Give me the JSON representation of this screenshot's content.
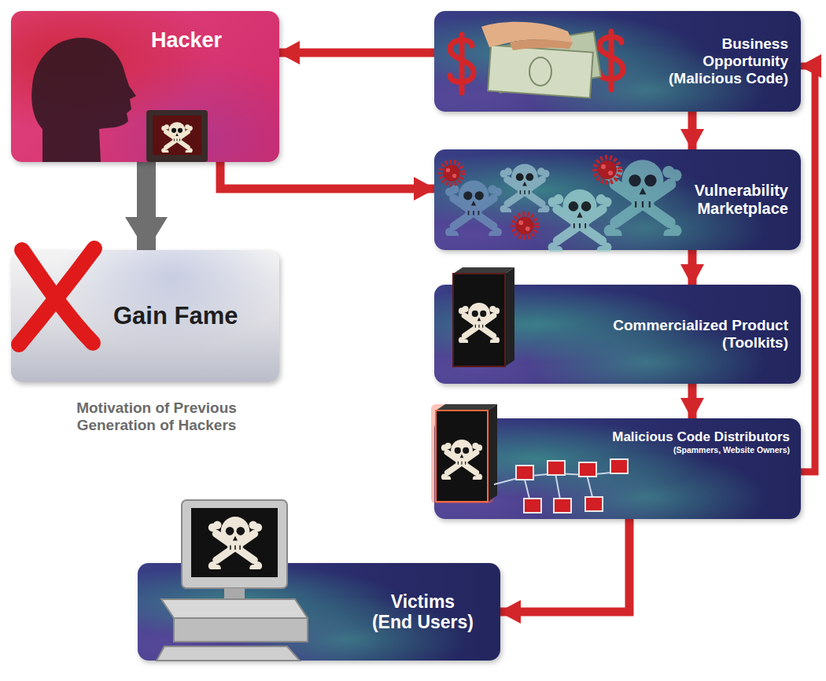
{
  "diagram": {
    "nodes": [
      {
        "text": [
          "Hacker"
        ]
      },
      {
        "text": [
          "Business Opportunity",
          "(Malicious Code)"
        ]
      },
      {
        "text": [
          "Gain Fame",
          "Motivation of Previous Generation of Hackers"
        ]
      },
      {
        "text": [
          "Vulnerability Marketplace"
        ]
      },
      {
        "text": [
          "Commercialized Product",
          "(Toolkits)"
        ]
      },
      {
        "text": [
          "Malicious Code Distributors",
          "(Spammers, Website Owners)"
        ]
      },
      {
        "text": [
          "Victims",
          "(End Users)"
        ]
      }
    ],
    "edges": [
      {
        "from": 1,
        "to": 0,
        "arrow": "to"
      },
      {
        "from": 0,
        "to": 3,
        "arrow": "to"
      },
      {
        "from": 0,
        "to": 2,
        "arrow": "to"
      },
      {
        "from": 1,
        "to": 3,
        "arrow": "to"
      },
      {
        "from": 3,
        "to": 4,
        "arrow": "to"
      },
      {
        "from": 4,
        "to": 5,
        "arrow": "to"
      },
      {
        "from": 5,
        "to": 6,
        "arrow": "to"
      },
      {
        "from": 5,
        "to": 1,
        "arrow": "to"
      }
    ]
  }
}
